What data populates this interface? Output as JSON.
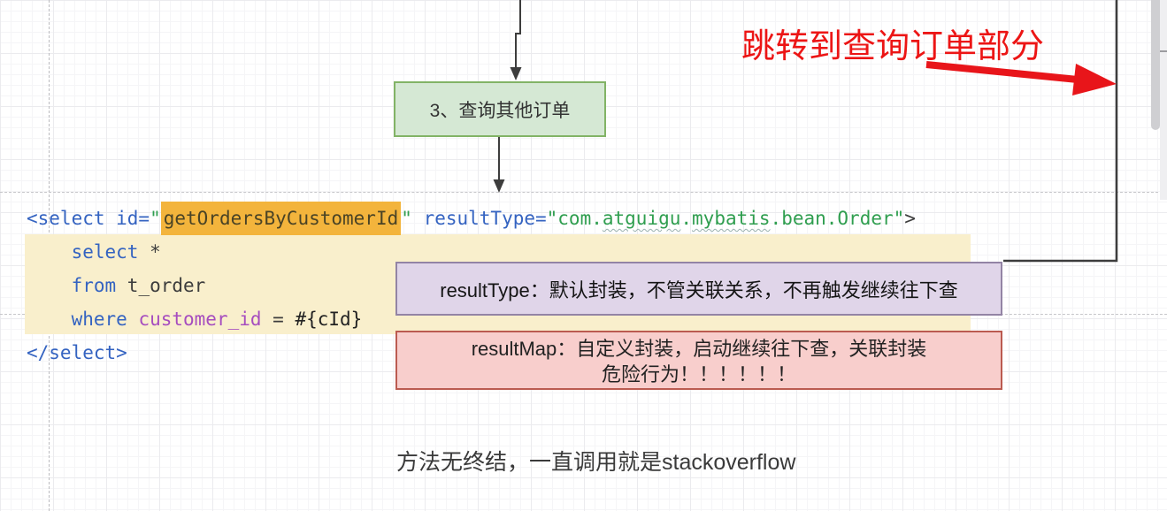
{
  "flow": {
    "step_box_label": "3、查询其他订单"
  },
  "code": {
    "lines": [
      {
        "segments": [
          {
            "text": "<select id=",
            "cls": "tok-blue"
          },
          {
            "text": "\"",
            "cls": "tok-green"
          },
          {
            "text": "getOrdersByCustomerId",
            "cls": "tok-hl"
          },
          {
            "text": "\"",
            "cls": "tok-green"
          },
          {
            "text": " ",
            "cls": "tok-plain"
          },
          {
            "text": "resultType=",
            "cls": "tok-blue"
          },
          {
            "text": "\"com.",
            "cls": "tok-green"
          },
          {
            "text": "atguigu",
            "cls": "tok-green wavy"
          },
          {
            "text": ".",
            "cls": "tok-green"
          },
          {
            "text": "mybatis",
            "cls": "tok-green wavy"
          },
          {
            "text": ".bean.Order\"",
            "cls": "tok-green"
          },
          {
            "text": ">",
            "cls": "tok-plain"
          }
        ]
      },
      {
        "segments": [
          {
            "text": "    ",
            "cls": "tok-plain"
          },
          {
            "text": "select",
            "cls": "tok-blue"
          },
          {
            "text": " *",
            "cls": "tok-plain"
          }
        ]
      },
      {
        "segments": [
          {
            "text": "    ",
            "cls": "tok-plain"
          },
          {
            "text": "from",
            "cls": "tok-blue"
          },
          {
            "text": " t_order",
            "cls": "tok-plain"
          }
        ]
      },
      {
        "segments": [
          {
            "text": "    ",
            "cls": "tok-plain"
          },
          {
            "text": "where",
            "cls": "tok-blue"
          },
          {
            "text": " ",
            "cls": "tok-plain"
          },
          {
            "text": "customer_id",
            "cls": "tok-purple"
          },
          {
            "text": " = ",
            "cls": "tok-plain"
          },
          {
            "text": "#{cId}",
            "cls": "tok-dark"
          }
        ]
      },
      {
        "segments": [
          {
            "text": "</select>",
            "cls": "tok-blue"
          }
        ]
      }
    ]
  },
  "notes": {
    "result_type": "resultType：默认封装，不管关联关系，不再触发继续往下查",
    "result_map_line1": "resultMap：自定义封装，启动继续往下查，关联封装",
    "result_map_line2": "危险行为！！！！！！",
    "jump_note": "跳转到查询订单部分",
    "bottom_note": "方法无终结，一直调用就是stackoverflow"
  },
  "colors": {
    "red_accent": "#ec1515",
    "step_fill": "#d5e8d4",
    "step_border": "#82b366",
    "purple_fill": "#e0d5e9",
    "purple_border": "#9384a5",
    "pink_fill": "#f8cecc",
    "pink_border": "#bb5b50",
    "code_background": "#f9efcc",
    "code_highlight": "#f3b43c",
    "connector": "#3d3d3d"
  }
}
